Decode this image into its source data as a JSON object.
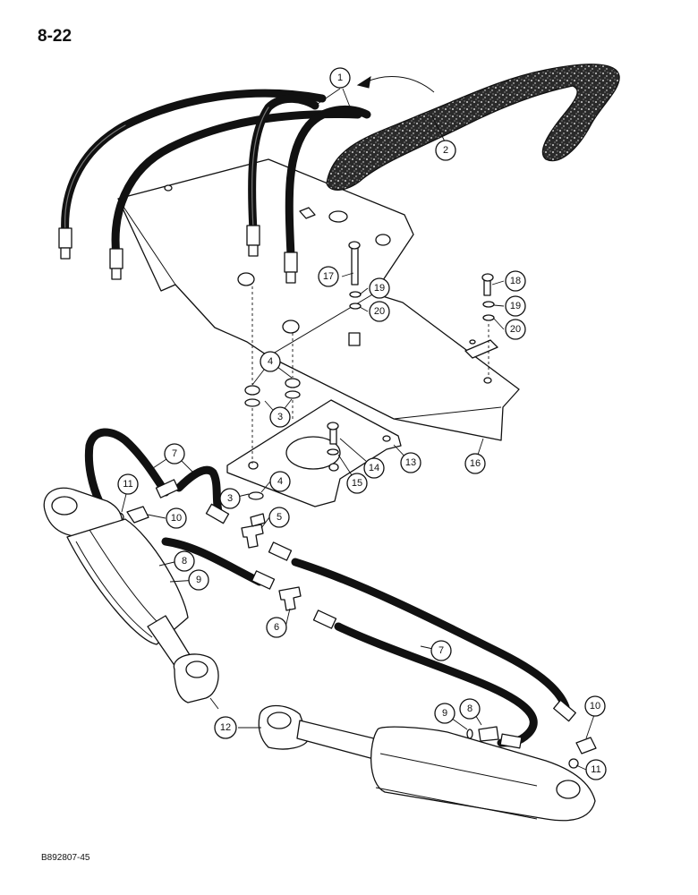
{
  "page": {
    "number": "8-22",
    "figure_code": "B892807-45"
  },
  "callouts": [
    {
      "id": "c1",
      "label": "1"
    },
    {
      "id": "c2",
      "label": "2"
    },
    {
      "id": "c3a",
      "label": "3"
    },
    {
      "id": "c3b",
      "label": "3"
    },
    {
      "id": "c4a",
      "label": "4"
    },
    {
      "id": "c4b",
      "label": "4"
    },
    {
      "id": "c5",
      "label": "5"
    },
    {
      "id": "c6",
      "label": "6"
    },
    {
      "id": "c7a",
      "label": "7"
    },
    {
      "id": "c7b",
      "label": "7"
    },
    {
      "id": "c8a",
      "label": "8"
    },
    {
      "id": "c8b",
      "label": "8"
    },
    {
      "id": "c9a",
      "label": "9"
    },
    {
      "id": "c9b",
      "label": "9"
    },
    {
      "id": "c10a",
      "label": "10"
    },
    {
      "id": "c10b",
      "label": "10"
    },
    {
      "id": "c11a",
      "label": "11"
    },
    {
      "id": "c11b",
      "label": "11"
    },
    {
      "id": "c12",
      "label": "12"
    },
    {
      "id": "c13",
      "label": "13"
    },
    {
      "id": "c14",
      "label": "14"
    },
    {
      "id": "c15",
      "label": "15"
    },
    {
      "id": "c16",
      "label": "16"
    },
    {
      "id": "c17",
      "label": "17"
    },
    {
      "id": "c18",
      "label": "18"
    },
    {
      "id": "c19a",
      "label": "19"
    },
    {
      "id": "c19b",
      "label": "19"
    },
    {
      "id": "c20a",
      "label": "20"
    },
    {
      "id": "c20b",
      "label": "20"
    }
  ]
}
